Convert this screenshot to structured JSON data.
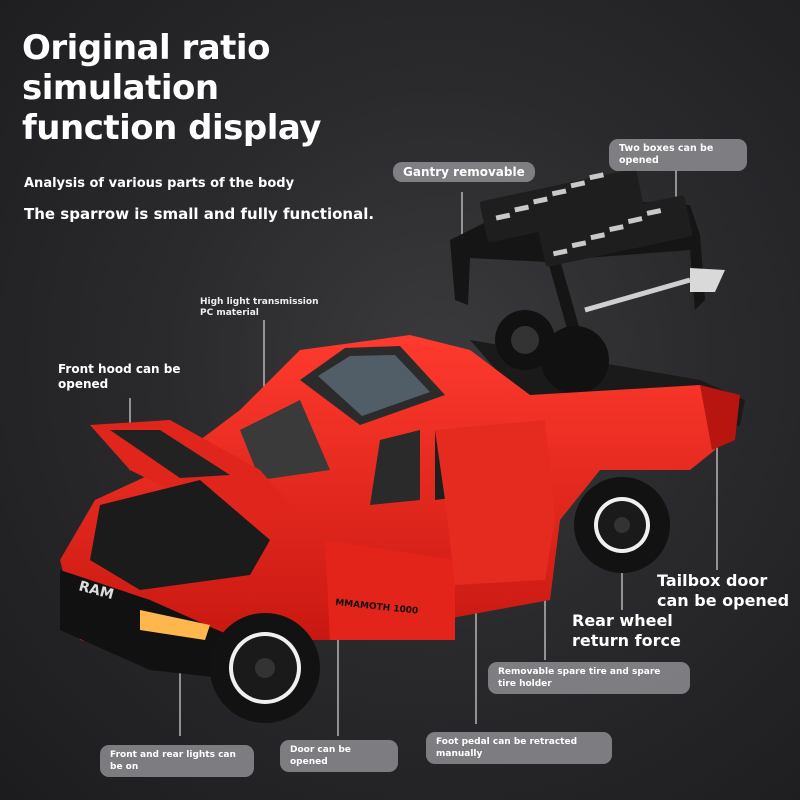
{
  "title": {
    "line1": "Original ratio",
    "line2": "simulation",
    "line3": "function display"
  },
  "subtitle_small": "Analysis of various parts of the body",
  "subtitle_large": "The sparrow is small and fully functional.",
  "labels": {
    "gantry": "Gantry removable",
    "two_boxes": "Two boxes can be opened",
    "pc_material": "High light transmission PC material",
    "front_hood": "Front hood can be opened",
    "tailbox": "Tailbox door can be opened",
    "rear_wheel": "Rear wheel return force",
    "spare_tire": "Removable spare tire and spare tire holder",
    "lights": "Front and rear lights can be on",
    "door": "Door can be opened",
    "foot_pedal": "Foot pedal can be retracted manually"
  },
  "car_text": {
    "grille_badge": "RAM",
    "side_text": "MMAMOTH 1000"
  },
  "colors": {
    "body_red": "#e8231a",
    "background": "#2a2a2d",
    "pill": "#96969b"
  }
}
